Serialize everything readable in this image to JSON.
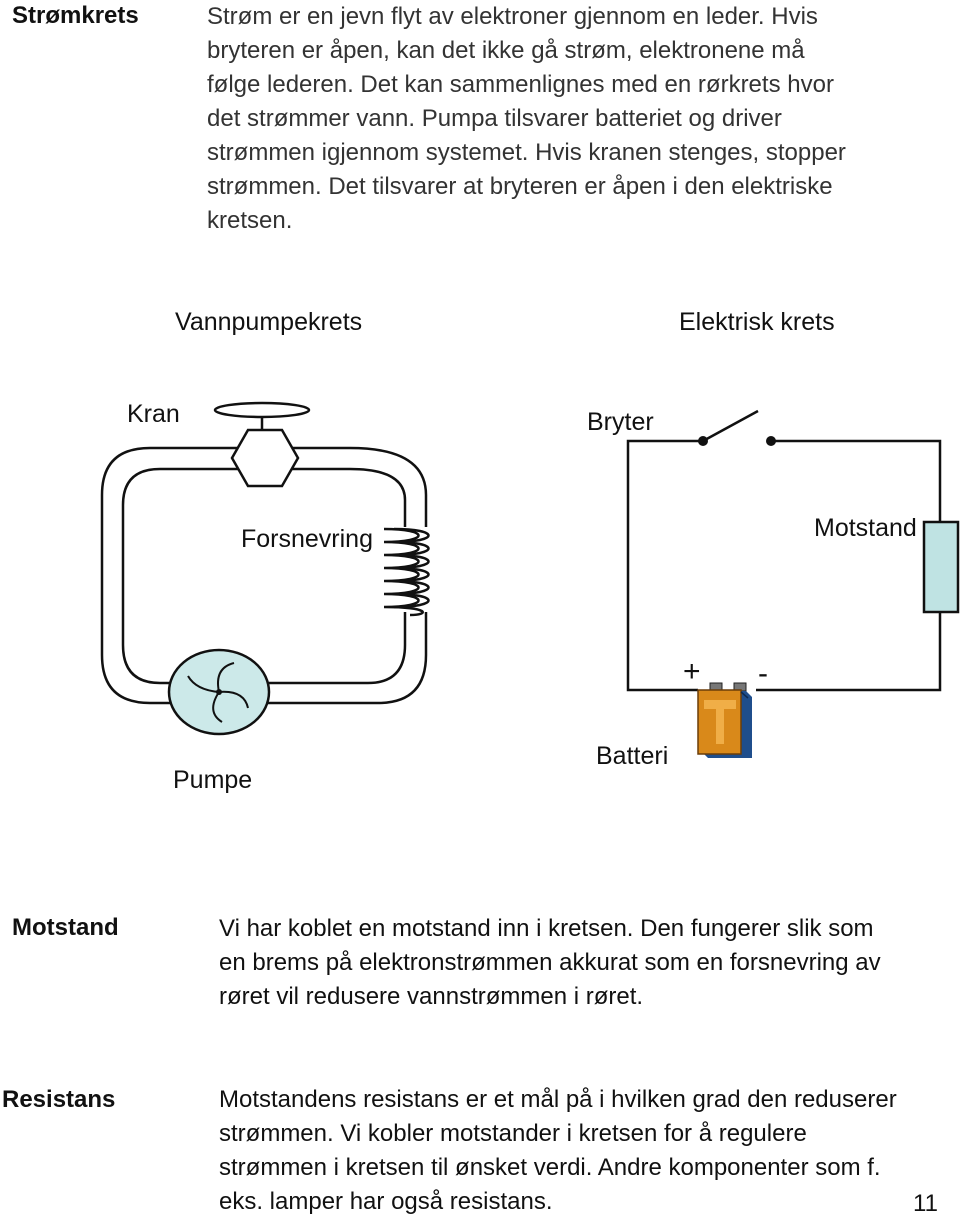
{
  "sections": {
    "stromkrets": {
      "term": "Strømkrets",
      "text": "Strøm er en jevn flyt av elektroner gjennom en leder. Hvis bryteren er åpen, kan det ikke gå strøm, elektronene må følge lederen. Det kan sammenlignes med en rørkrets hvor det strømmer vann. Pumpa tilsvarer batteriet og driver strømmen igjennom systemet. Hvis kranen stenges, stopper strømmen. Det tilsvarer at bryteren er åpen i den elektriske kretsen."
    },
    "motstand": {
      "term": "Motstand",
      "text": "Vi har koblet en motstand inn i kretsen. Den fungerer slik som en brems på elektronstrømmen akkurat som en forsnevring av røret vil redusere vannstrømmen i røret."
    },
    "resistans": {
      "term": "Resistans",
      "text": "Motstandens resistans er et mål på i hvilken grad den reduserer strømmen. Vi kobler motstander i kretsen for å regulere strømmen i kretsen til ønsket verdi. Andre komponenter som f. eks. lamper har også resistans."
    }
  },
  "diagram": {
    "water": {
      "title": "Vannpumpekrets",
      "tap_label": "Kran",
      "constriction_label": "Forsnevring",
      "pump_label": "Pumpe"
    },
    "electric": {
      "title": "Elektrisk krets",
      "switch_label": "Bryter",
      "resistor_label": "Motstand",
      "battery_label": "Batteri",
      "plus_sign": "+",
      "minus_sign": "-"
    },
    "colors": {
      "pump_fill": "#cce9e9",
      "resistor_fill": "#bfe3e3",
      "battery_body": "#d9891a",
      "battery_side": "#1f4e8c"
    }
  },
  "page_number": "11"
}
